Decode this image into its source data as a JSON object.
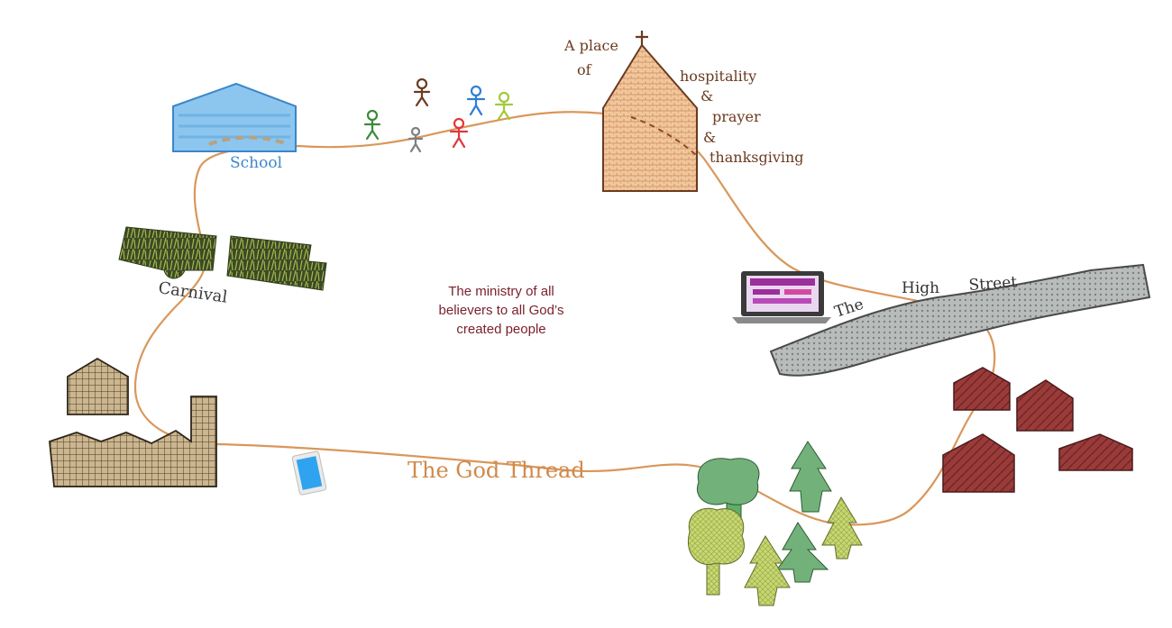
{
  "colors": {
    "thread": "#d9975a",
    "ink_brown": "#6b3a1f",
    "school_blue": "#6fb3e6",
    "church_fill": "#f2c79c",
    "house_red": "#9a3b3a",
    "street_grey": "#b5b8b6",
    "factory_tan": "#c9b58f",
    "tree_green": "#5fae6a",
    "tree_light": "#c9d873",
    "phone_blue": "#2fa3f0",
    "laptop_purple": "#9b2f9b",
    "center_text": "#7a1f2b"
  },
  "labels": {
    "school": "School",
    "carnival": "Carnival",
    "church_prefix": "A place of",
    "church_words": [
      "hospitality",
      "&",
      "prayer",
      "&",
      "thanksgiving"
    ],
    "high_street": [
      "The",
      "High",
      "Street"
    ],
    "god_thread": "The God Thread",
    "center": [
      "The ministry of all",
      "believers to all God’s",
      "created people"
    ]
  },
  "people_icons": [
    "person-green",
    "person-grey",
    "person-brown",
    "person-red",
    "person-blue",
    "person-lime"
  ]
}
